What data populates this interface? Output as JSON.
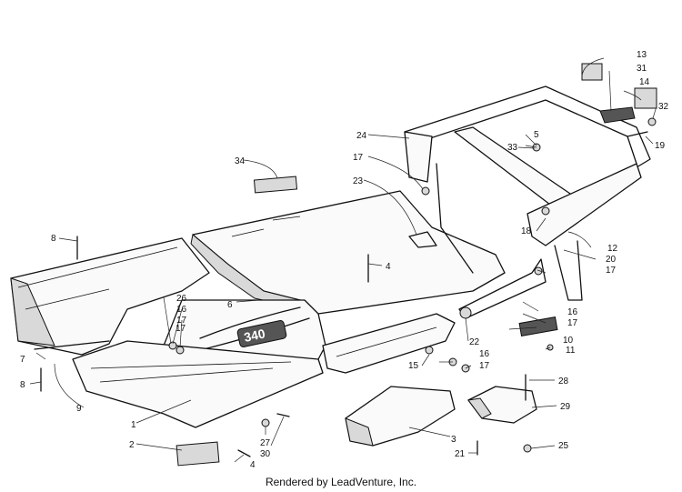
{
  "credit": "Rendered by LeadVenture, Inc.",
  "decal_text": "340",
  "callouts": [
    {
      "id": "c1",
      "text": "1"
    },
    {
      "id": "c2",
      "text": "2"
    },
    {
      "id": "c3",
      "text": "3"
    },
    {
      "id": "c4a",
      "text": "4"
    },
    {
      "id": "c4b",
      "text": "4"
    },
    {
      "id": "c5",
      "text": "5"
    },
    {
      "id": "c6",
      "text": "6"
    },
    {
      "id": "c7",
      "text": "7"
    },
    {
      "id": "c8a",
      "text": "8"
    },
    {
      "id": "c8b",
      "text": "8"
    },
    {
      "id": "c9",
      "text": "9"
    },
    {
      "id": "c10",
      "text": "10"
    },
    {
      "id": "c11",
      "text": "11"
    },
    {
      "id": "c12",
      "text": "12"
    },
    {
      "id": "c13",
      "text": "13"
    },
    {
      "id": "c14",
      "text": "14"
    },
    {
      "id": "c15",
      "text": "15"
    },
    {
      "id": "c16a",
      "text": "16"
    },
    {
      "id": "c16b",
      "text": "16"
    },
    {
      "id": "c16c",
      "text": "16"
    },
    {
      "id": "c17a",
      "text": "17"
    },
    {
      "id": "c17b",
      "text": "17"
    },
    {
      "id": "c17c",
      "text": "17"
    },
    {
      "id": "c17d",
      "text": "17"
    },
    {
      "id": "c17e",
      "text": "17"
    },
    {
      "id": "c17f",
      "text": "17"
    },
    {
      "id": "c18",
      "text": "18"
    },
    {
      "id": "c19",
      "text": "19"
    },
    {
      "id": "c20",
      "text": "20"
    },
    {
      "id": "c21",
      "text": "21"
    },
    {
      "id": "c22",
      "text": "22"
    },
    {
      "id": "c23",
      "text": "23"
    },
    {
      "id": "c24",
      "text": "24"
    },
    {
      "id": "c25",
      "text": "25"
    },
    {
      "id": "c26",
      "text": "26"
    },
    {
      "id": "c27",
      "text": "27"
    },
    {
      "id": "c28",
      "text": "28"
    },
    {
      "id": "c29",
      "text": "29"
    },
    {
      "id": "c30",
      "text": "30"
    },
    {
      "id": "c31",
      "text": "31"
    },
    {
      "id": "c32",
      "text": "32"
    },
    {
      "id": "c33",
      "text": "33"
    },
    {
      "id": "c34",
      "text": "34"
    }
  ]
}
